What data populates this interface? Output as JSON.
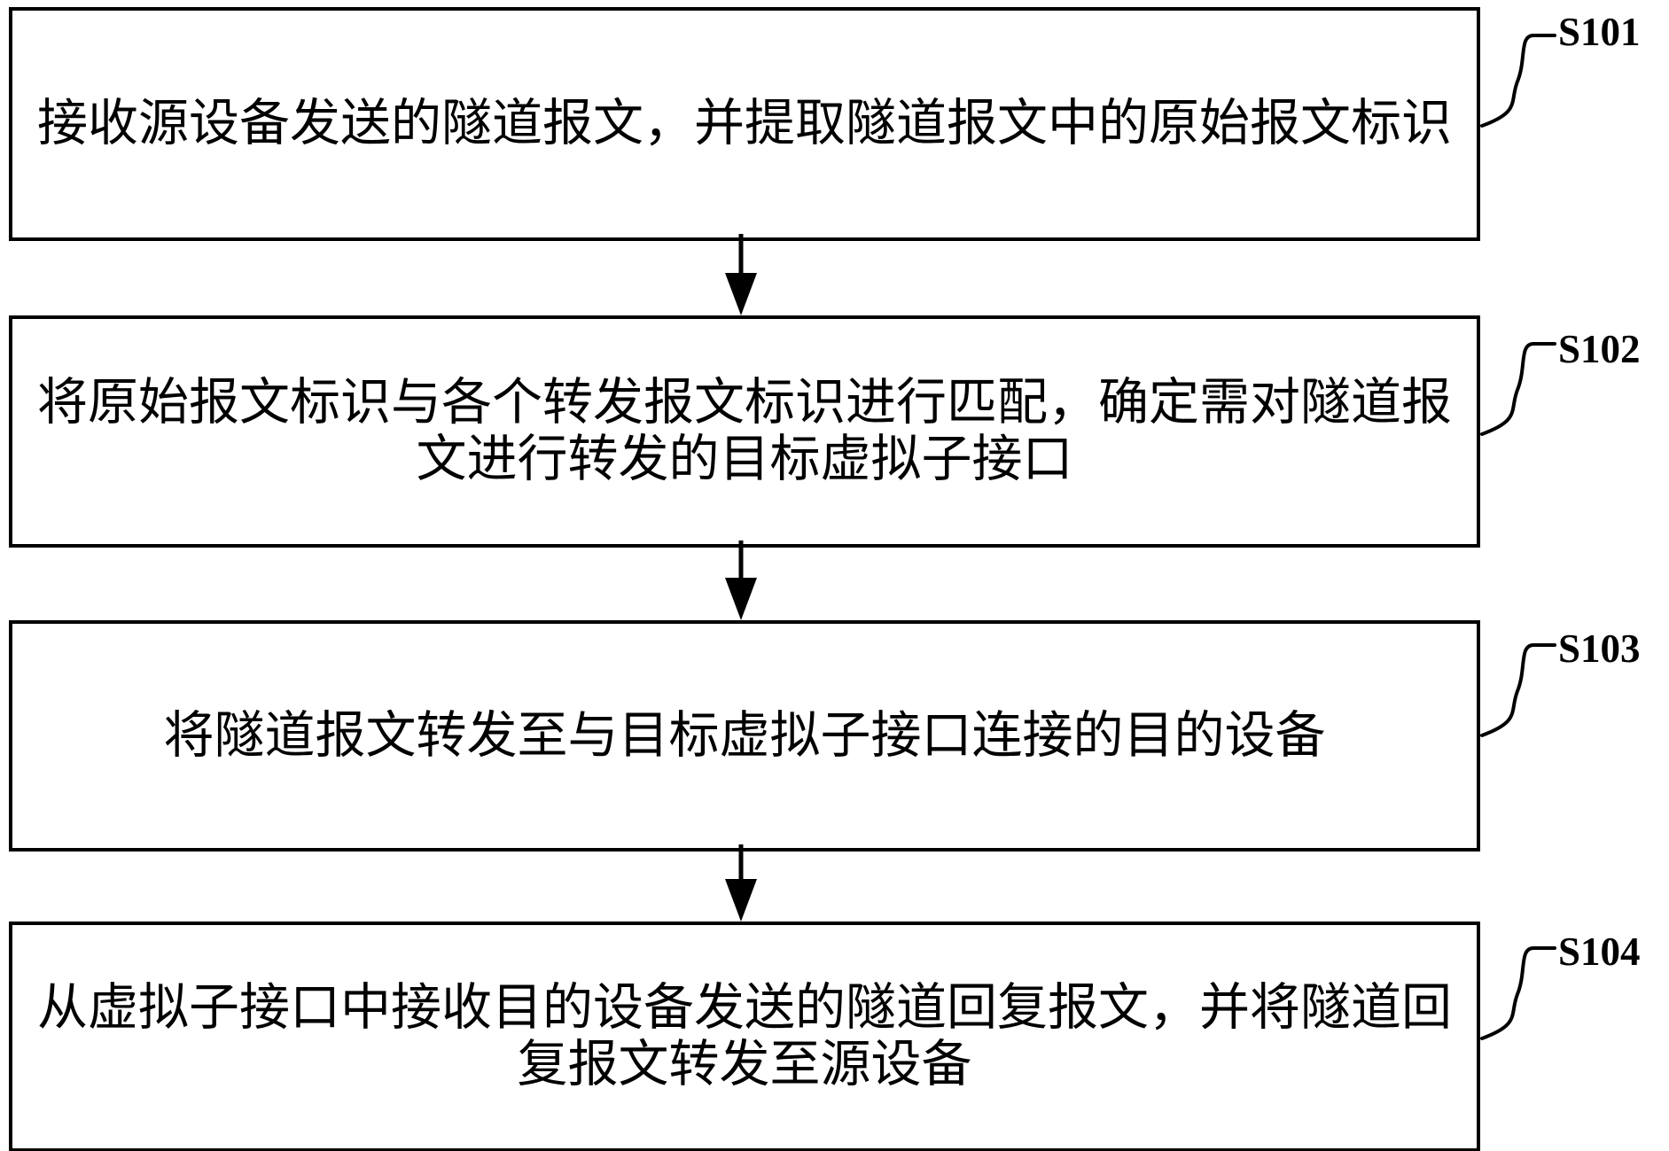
{
  "figure": {
    "type": "flowchart",
    "colors": {
      "stroke": "#000000",
      "background": "#ffffff"
    },
    "steps": [
      {
        "id": "S101",
        "lines": [
          "接收源设备发送的隧道报文，并提取隧道报文中的原始报文标识"
        ]
      },
      {
        "id": "S102",
        "lines": [
          "将原始报文标识与各个转发报文标识进行匹配，确定需对隧道报",
          "文进行转发的目标虚拟子接口"
        ]
      },
      {
        "id": "S103",
        "lines": [
          "将隧道报文转发至与目标虚拟子接口连接的目的设备"
        ]
      },
      {
        "id": "S104",
        "lines": [
          "从虚拟子接口中接收目的设备发送的隧道回复报文，并将隧道回",
          "复报文转发至源设备"
        ]
      }
    ]
  }
}
